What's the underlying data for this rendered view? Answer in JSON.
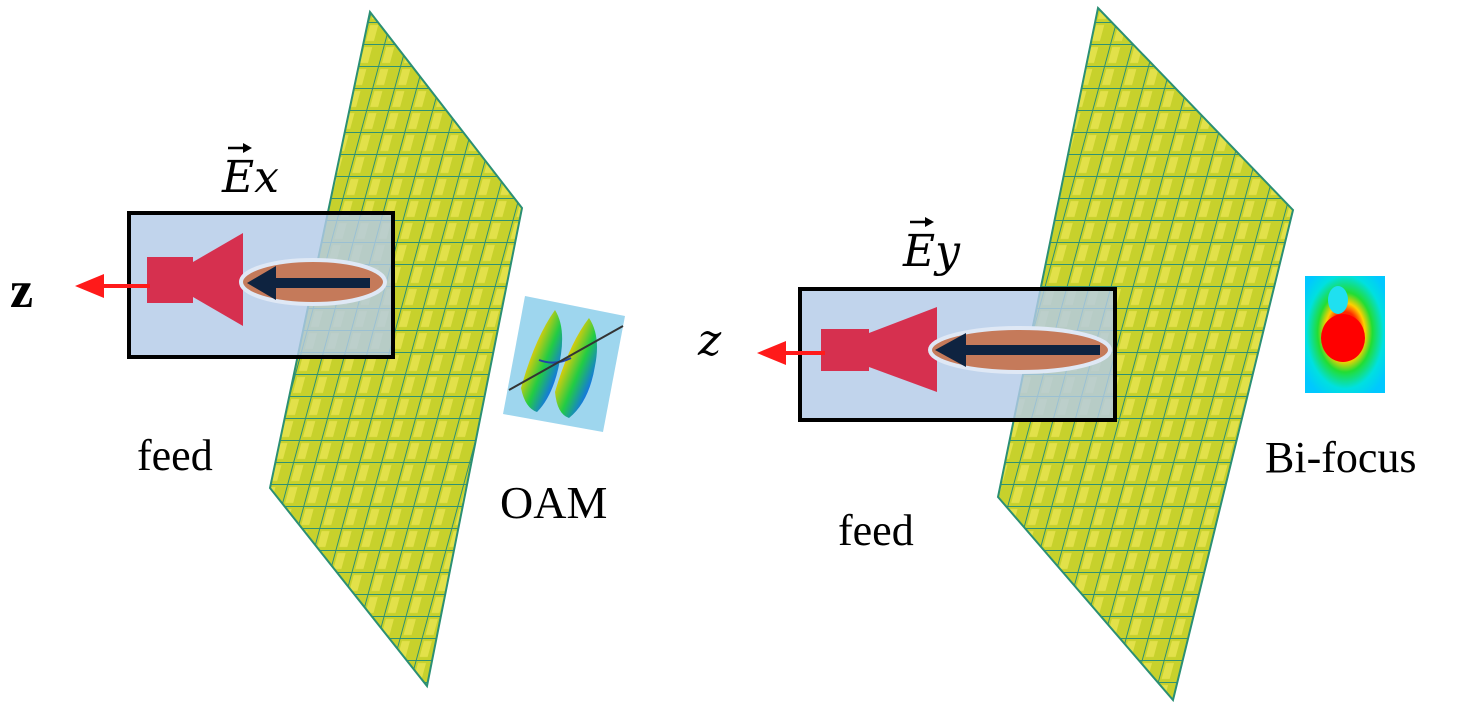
{
  "left_panel": {
    "field_label": "Ex",
    "axis_label": "z",
    "feed_label": "feed",
    "output_label": "OAM",
    "output_icon": "oam-vortex-beam-icon"
  },
  "right_panel": {
    "field_label": "Ey",
    "axis_label": "z",
    "feed_label": "feed",
    "output_label": "Bi-focus",
    "output_icon": "bi-focus-heatmap-icon"
  },
  "colors": {
    "metasurface_fill": "#c9d42a",
    "metasurface_grid": "#2a8f78",
    "horn": "#d6304f",
    "feed_box": "#b3cbe8",
    "axis_arrow": "#ff1a1a",
    "field_arrow": "#0e2340",
    "lens": "#c57a5a"
  }
}
